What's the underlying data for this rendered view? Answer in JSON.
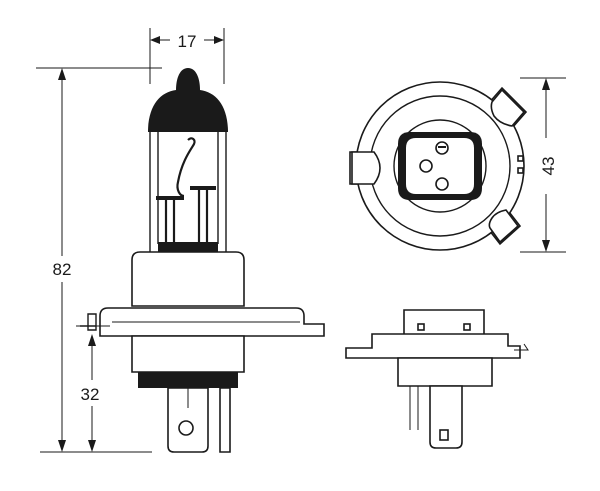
{
  "dimensions": {
    "bulb_width": "17",
    "total_height": "82",
    "base_height": "32",
    "flange_diameter": "43"
  },
  "colors": {
    "line": "#1a1a1a",
    "background": "#ffffff"
  }
}
